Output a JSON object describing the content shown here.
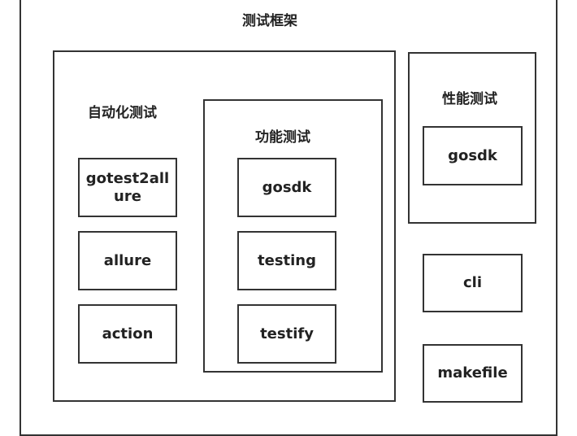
{
  "framework": {
    "title": "测试框架",
    "automation": {
      "title": "自动化测试",
      "tools": [
        "gotest2allure",
        "allure",
        "action"
      ],
      "functional": {
        "title": "功能测试",
        "tools": [
          "gosdk",
          "testing",
          "testify"
        ]
      }
    },
    "performance": {
      "title": "性能测试",
      "tools": [
        "gosdk"
      ]
    },
    "others": [
      "cli",
      "makefile"
    ]
  },
  "colors": {
    "border": "#333333",
    "text": "#222222",
    "background": "#ffffff"
  }
}
